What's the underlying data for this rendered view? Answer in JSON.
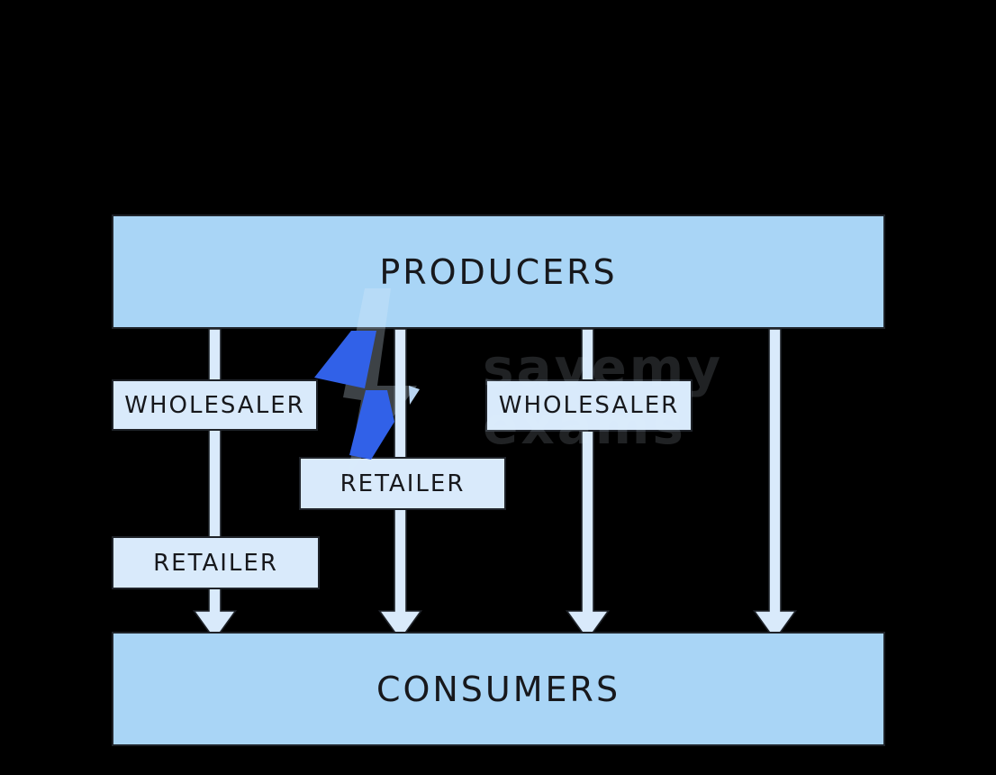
{
  "diagram": {
    "producers_label": "PRODUCERS",
    "consumers_label": "CONSUMERS",
    "left_channel": {
      "wholesaler_label": "WHOLESALER",
      "retailer_label": "RETAILER"
    },
    "middle_channel": {
      "retailer_label": "RETAILER"
    },
    "third_channel": {
      "wholesaler_label": "WHOLESALER"
    }
  },
  "watermark": {
    "line1": "savemy",
    "line2": "exams"
  },
  "icons": {
    "bolt": "lightning-bolt-icon"
  },
  "colors": {
    "background": "#000000",
    "band_fill": "#a9d5f6",
    "node_fill": "#d9eafb",
    "outline": "#1f2329",
    "text": "#17181c",
    "bolt_blue": "#3161e8"
  }
}
